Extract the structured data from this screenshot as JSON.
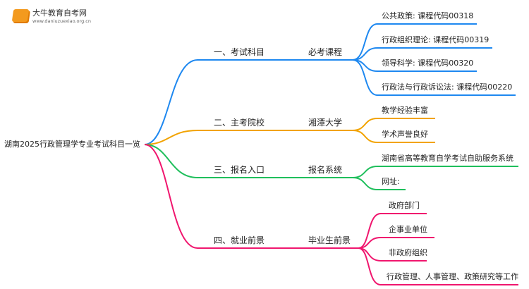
{
  "logo": {
    "title": "大牛教育自考网",
    "url": "www.daniuzuexiao.org.cn"
  },
  "root": "湖南2025行政管理学专业考试科目一览",
  "colors": {
    "blue": "#1e88f0",
    "orange": "#f2a300",
    "green": "#1fbf5c",
    "pink": "#f0166e"
  },
  "branches": [
    {
      "label": "一、考试科目",
      "sub": "必考课程",
      "leaves": [
        "公共政策: 课程代码00318",
        "行政组织理论: 课程代码00319",
        "领导科学: 课程代码00320",
        "行政法与行政诉讼法: 课程代码00220"
      ]
    },
    {
      "label": "二、主考院校",
      "sub": "湘潭大学",
      "leaves": [
        "教学经验丰富",
        "学术声誉良好"
      ]
    },
    {
      "label": "三、报名入口",
      "sub": "报名系统",
      "leaves": [
        "湖南省高等教育自学考试自助服务系统",
        "网址:"
      ]
    },
    {
      "label": "四、就业前景",
      "sub": "毕业生前景",
      "leaves": [
        "政府部门",
        "企事业单位",
        "非政府组织",
        "行政管理、人事管理、政策研究等工作"
      ]
    }
  ]
}
